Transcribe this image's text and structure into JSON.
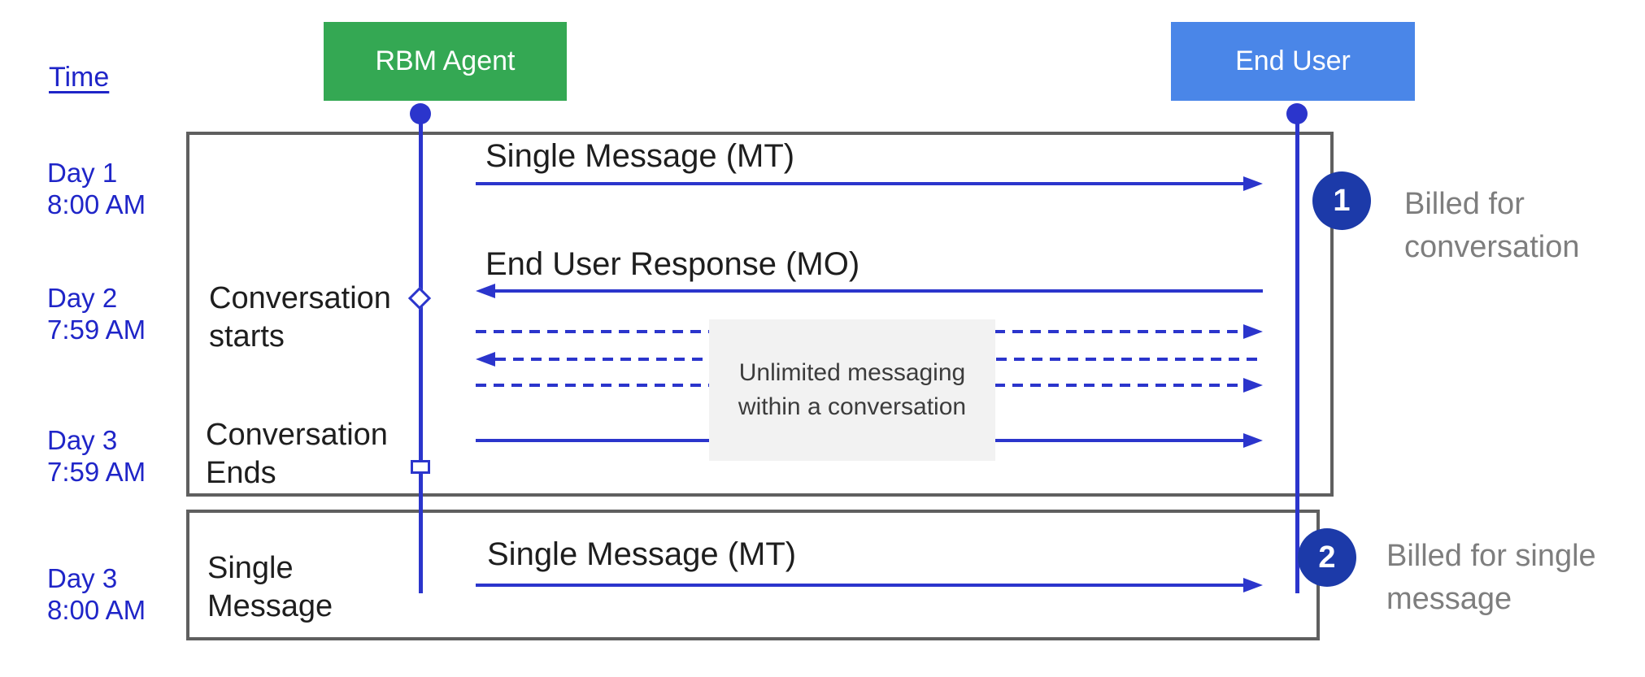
{
  "time_label": "Time",
  "actors": [
    {
      "id": "rbm-agent",
      "label": "RBM Agent"
    },
    {
      "id": "end-user",
      "label": "End User"
    }
  ],
  "time_marks": [
    {
      "day": "Day 1",
      "time": "8:00 AM"
    },
    {
      "day": "Day 2",
      "time": "7:59 AM"
    },
    {
      "day": "Day 3",
      "time": "7:59 AM"
    },
    {
      "day": "Day 3",
      "time": "8:00 AM"
    }
  ],
  "conversation": {
    "mt_label": "Single Message (MT)",
    "mo_label": "End User Response (MO)",
    "starts_line1": "Conversation",
    "starts_line2": "starts",
    "ends_line1": "Conversation",
    "ends_line2": "Ends",
    "note_line1": "Unlimited messaging",
    "note_line2": "within a conversation"
  },
  "single": {
    "side_line1": "Single",
    "side_line2": "Message",
    "mt_label": "Single Message (MT)"
  },
  "badges": [
    {
      "number": "1",
      "caption_line1": "Billed for",
      "caption_line2": "conversation"
    },
    {
      "number": "2",
      "caption_line1": "Billed for single",
      "caption_line2": "message"
    }
  ],
  "colors": {
    "green": "#34a853",
    "actor_blue": "#4a86e8",
    "line_blue": "#2b35cc",
    "label_blue": "#1f25c8",
    "badge_navy": "#1c3aa9",
    "caption_gray": "#7e7e7e",
    "box_border": "#5f5f5f",
    "note_bg": "#f2f2f2"
  }
}
